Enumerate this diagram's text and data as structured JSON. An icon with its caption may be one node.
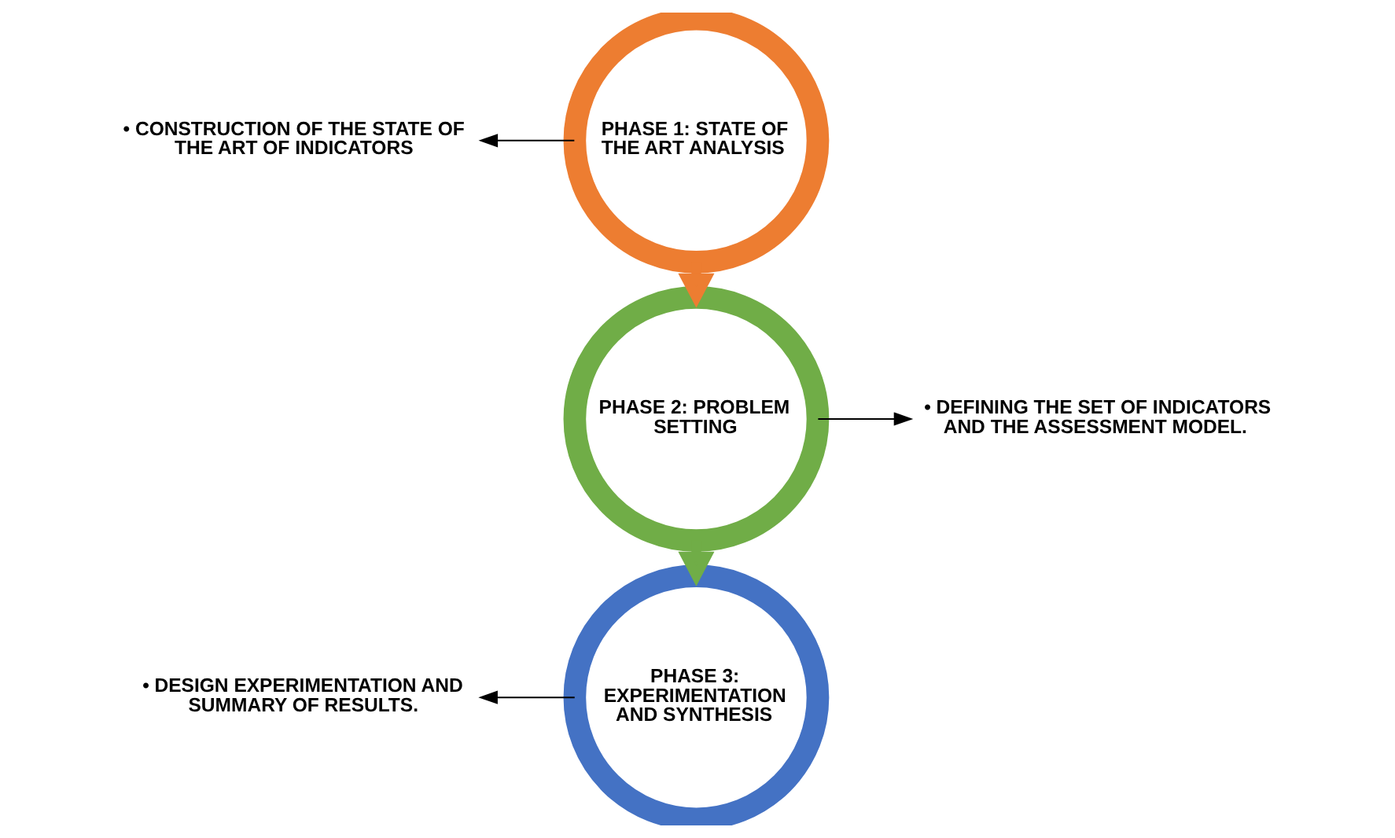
{
  "diagram": {
    "nodes": [
      {
        "text": [
          "PHASE 1: STATE OF THE ART ANALYSIS"
        ]
      },
      {
        "text": [
          "• CONSTRUCTION OF THE STATE OF THE ART OF INDICATORS"
        ]
      },
      {
        "text": [
          "PHASE 2: PROBLEM SETTING"
        ]
      },
      {
        "text": [
          "• DEFINING THE SET OF INDICATORS AND THE ASSESSMENT MODEL."
        ]
      },
      {
        "text": [
          "PHASE 3: EXPERIMENTATION AND SYNTHESIS"
        ]
      },
      {
        "text": [
          "• DESIGN EXPERIMENTATION AND SUMMARY OF RESULTS."
        ]
      }
    ],
    "edges": [
      {
        "from": 0,
        "to": 1,
        "arrow": "to"
      },
      {
        "from": 0,
        "to": 2,
        "arrow": "to",
        "style": "thick",
        "color": "#ed7d31"
      },
      {
        "from": 2,
        "to": 3,
        "arrow": "to"
      },
      {
        "from": 2,
        "to": 4,
        "arrow": "to",
        "style": "thick",
        "color": "#70ad47"
      },
      {
        "from": 4,
        "to": 5,
        "arrow": "to"
      }
    ]
  }
}
